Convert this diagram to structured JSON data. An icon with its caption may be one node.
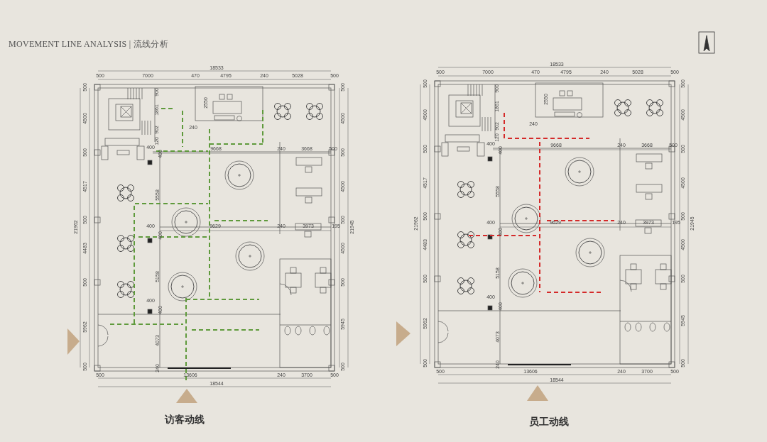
{
  "diagram": {
    "title": "MOVEMENT LINE ANALYSIS | 流线分析",
    "labels": [
      "18533",
      "500",
      "7000",
      "470",
      "4795",
      "240",
      "5028",
      "500",
      "500",
      "4500",
      "500",
      "4517",
      "500",
      "4483",
      "500",
      "5962",
      "500",
      "21962",
      "500",
      "4500",
      "500",
      "4500",
      "500",
      "4500",
      "500",
      "5945",
      "500",
      "21945",
      "900",
      "1861",
      "902",
      "120",
      "2550",
      "240",
      "400",
      "400",
      "9668",
      "240",
      "3668",
      "500",
      "5558",
      "400",
      "400",
      "9629",
      "240",
      "3973",
      "195",
      "5158",
      "400",
      "400",
      "4073",
      "240",
      "500",
      "13606",
      "240",
      "3700",
      "500",
      "18544",
      "访客动线",
      "18533",
      "500",
      "7000",
      "470",
      "4795",
      "240",
      "5028",
      "500",
      "500",
      "4500",
      "500",
      "4517",
      "500",
      "4483",
      "500",
      "5962",
      "500",
      "21962",
      "500",
      "4500",
      "500",
      "4500",
      "500",
      "4500",
      "500",
      "5945",
      "500",
      "21945",
      "900",
      "1861",
      "902",
      "120",
      "2550",
      "240",
      "400",
      "400",
      "9668",
      "240",
      "3668",
      "500",
      "5558",
      "400",
      "400",
      "9629",
      "240",
      "3973",
      "195",
      "5158",
      "400",
      "400",
      "4073",
      "240",
      "500",
      "13606",
      "240",
      "3700",
      "500",
      "18544",
      "员工动线"
    ]
  }
}
